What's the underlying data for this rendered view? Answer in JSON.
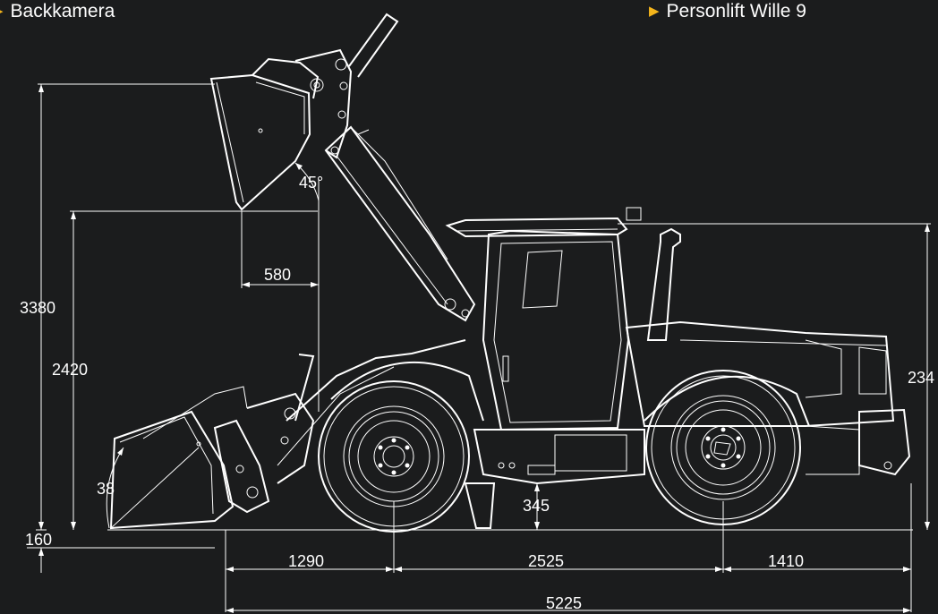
{
  "legend": {
    "left_label": "Backkamera",
    "right_label": "Personlift Wille 9",
    "marker_color": "#f5b51b"
  },
  "dimensions": {
    "max_bucket_height": "3380",
    "max_pin_height": "2420",
    "reach": "580",
    "dump_angle": "45°",
    "rollback_angle": "38",
    "dig_depth": "160",
    "ground_clearance": "345",
    "cab_height": "234",
    "front_overhang": "1290",
    "wheelbase": "2525",
    "rear_overhang": "1410",
    "total_length": "5225"
  },
  "colors": {
    "background": "#1b1c1d",
    "lines": "#ffffff"
  }
}
